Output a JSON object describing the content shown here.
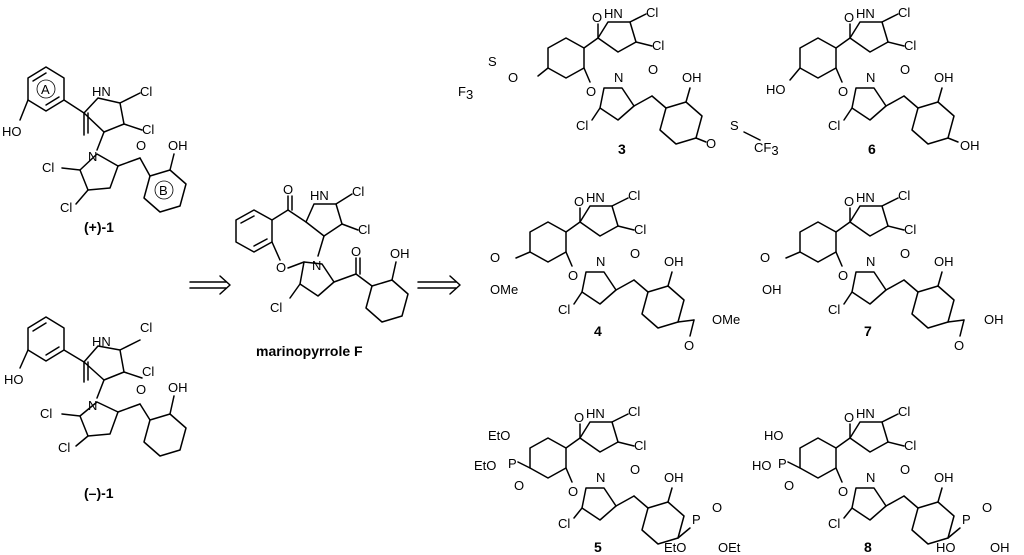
{
  "compounds": {
    "plus1": {
      "label": "(+)-",
      "number": "1"
    },
    "minus1": {
      "label": "(–)-",
      "number": "1"
    },
    "marino": {
      "label": "marinopyrrole F"
    },
    "c3": {
      "number": "3"
    },
    "c4": {
      "number": "4"
    },
    "c5": {
      "number": "5"
    },
    "c6": {
      "number": "6"
    },
    "c7": {
      "number": "7"
    },
    "c8": {
      "number": "8"
    }
  },
  "ring_labels": {
    "a": "A",
    "b": "B"
  },
  "atoms": {
    "cl": "Cl",
    "hn": "HN",
    "n": "N",
    "o": "O",
    "ho": "HO",
    "oh": "OH",
    "ome": "OMe",
    "oet": "OEt",
    "eto": "EtO",
    "p": "P",
    "s": "S",
    "f3c": "F",
    "f3": "3",
    "cf3": "CF",
    "s3": "3"
  }
}
